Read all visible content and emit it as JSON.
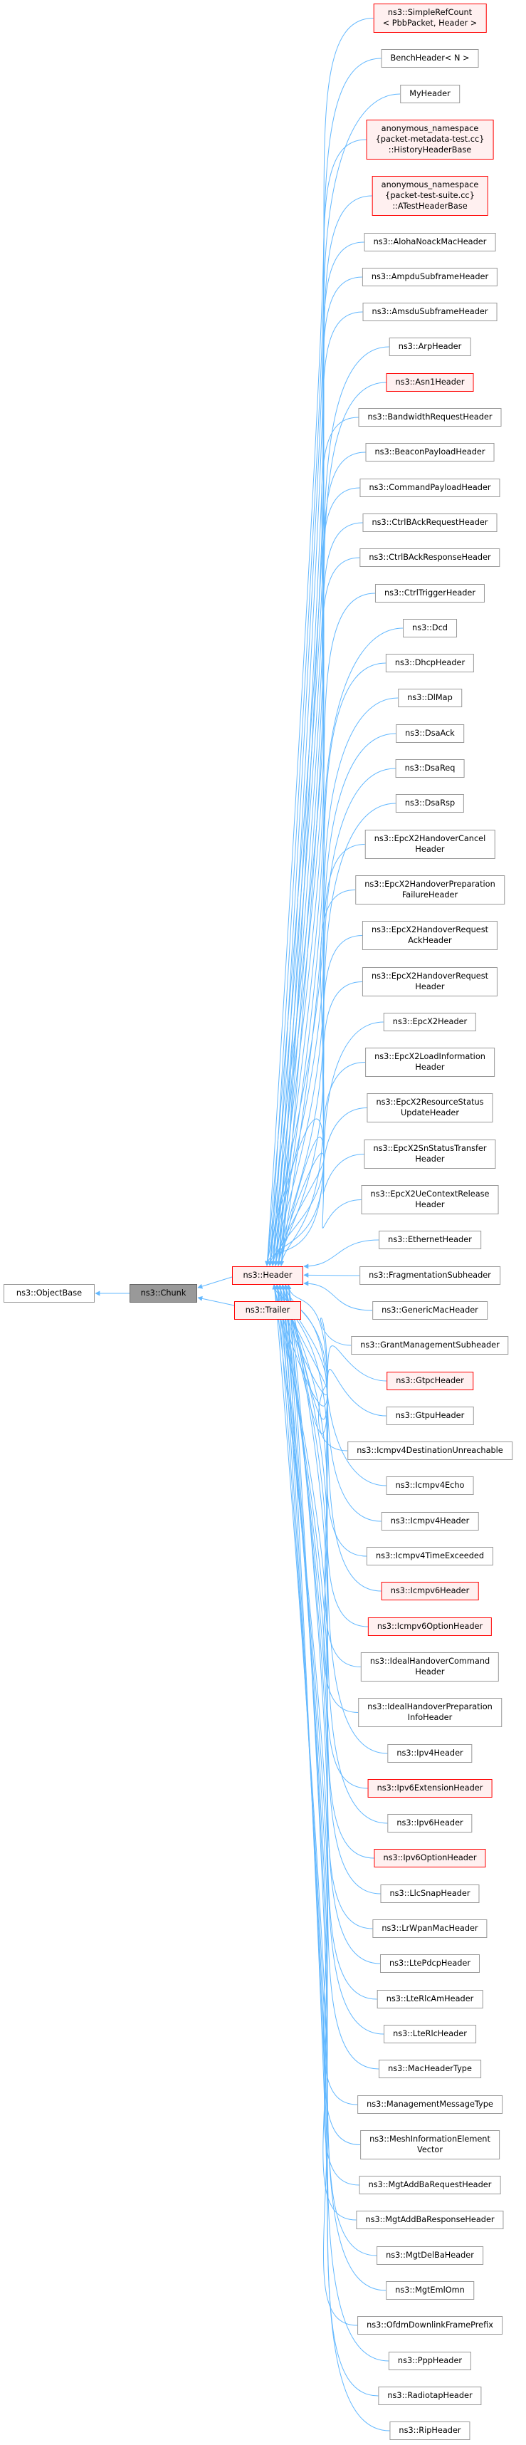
{
  "colors": {
    "edge": "#63b8ff",
    "red_border": "#ff0000",
    "red_fill": "#fff0f0",
    "current_fill": "#999999"
  },
  "base": {
    "object_base": {
      "label": "ns3::ObjectBase",
      "style": "normal"
    },
    "chunk": {
      "label": "ns3::Chunk",
      "style": "current"
    },
    "header": {
      "label": "ns3::Header",
      "style": "red"
    },
    "trailer": {
      "label": "ns3::Trailer",
      "style": "red"
    }
  },
  "children": [
    {
      "label": "ns3::SimpleRefCount\n< PbbPacket, Header >",
      "style": "red"
    },
    {
      "label": "BenchHeader< N >",
      "style": "normal"
    },
    {
      "label": "MyHeader",
      "style": "normal"
    },
    {
      "label": "anonymous_namespace\n{packet-metadata-test.cc}\n::HistoryHeaderBase",
      "style": "red"
    },
    {
      "label": "anonymous_namespace\n{packet-test-suite.cc}\n::ATestHeaderBase",
      "style": "red"
    },
    {
      "label": "ns3::AlohaNoackMacHeader",
      "style": "normal"
    },
    {
      "label": "ns3::AmpduSubframeHeader",
      "style": "normal"
    },
    {
      "label": "ns3::AmsduSubframeHeader",
      "style": "normal"
    },
    {
      "label": "ns3::ArpHeader",
      "style": "normal"
    },
    {
      "label": "ns3::Asn1Header",
      "style": "red"
    },
    {
      "label": "ns3::BandwidthRequestHeader",
      "style": "normal"
    },
    {
      "label": "ns3::BeaconPayloadHeader",
      "style": "normal"
    },
    {
      "label": "ns3::CommandPayloadHeader",
      "style": "normal"
    },
    {
      "label": "ns3::CtrlBAckRequestHeader",
      "style": "normal"
    },
    {
      "label": "ns3::CtrlBAckResponseHeader",
      "style": "normal"
    },
    {
      "label": "ns3::CtrlTriggerHeader",
      "style": "normal"
    },
    {
      "label": "ns3::Dcd",
      "style": "normal"
    },
    {
      "label": "ns3::DhcpHeader",
      "style": "normal"
    },
    {
      "label": "ns3::DlMap",
      "style": "normal"
    },
    {
      "label": "ns3::DsaAck",
      "style": "normal"
    },
    {
      "label": "ns3::DsaReq",
      "style": "normal"
    },
    {
      "label": "ns3::DsaRsp",
      "style": "normal"
    },
    {
      "label": "ns3::EpcX2HandoverCancel\nHeader",
      "style": "normal"
    },
    {
      "label": "ns3::EpcX2HandoverPreparation\nFailureHeader",
      "style": "normal"
    },
    {
      "label": "ns3::EpcX2HandoverRequest\nAckHeader",
      "style": "normal"
    },
    {
      "label": "ns3::EpcX2HandoverRequest\nHeader",
      "style": "normal"
    },
    {
      "label": "ns3::EpcX2Header",
      "style": "normal"
    },
    {
      "label": "ns3::EpcX2LoadInformation\nHeader",
      "style": "normal"
    },
    {
      "label": "ns3::EpcX2ResourceStatus\nUpdateHeader",
      "style": "normal"
    },
    {
      "label": "ns3::EpcX2SnStatusTransfer\nHeader",
      "style": "normal"
    },
    {
      "label": "ns3::EpcX2UeContextRelease\nHeader",
      "style": "normal"
    },
    {
      "label": "ns3::EthernetHeader",
      "style": "normal"
    },
    {
      "label": "ns3::FragmentationSubheader",
      "style": "normal"
    },
    {
      "label": "ns3::GenericMacHeader",
      "style": "normal"
    },
    {
      "label": "ns3::GrantManagementSubheader",
      "style": "normal"
    },
    {
      "label": "ns3::GtpcHeader",
      "style": "red"
    },
    {
      "label": "ns3::GtpuHeader",
      "style": "normal"
    },
    {
      "label": "ns3::Icmpv4DestinationUnreachable",
      "style": "normal"
    },
    {
      "label": "ns3::Icmpv4Echo",
      "style": "normal"
    },
    {
      "label": "ns3::Icmpv4Header",
      "style": "normal"
    },
    {
      "label": "ns3::Icmpv4TimeExceeded",
      "style": "normal"
    },
    {
      "label": "ns3::Icmpv6Header",
      "style": "red"
    },
    {
      "label": "ns3::Icmpv6OptionHeader",
      "style": "red"
    },
    {
      "label": "ns3::IdealHandoverCommand\nHeader",
      "style": "normal"
    },
    {
      "label": "ns3::IdealHandoverPreparation\nInfoHeader",
      "style": "normal"
    },
    {
      "label": "ns3::Ipv4Header",
      "style": "normal"
    },
    {
      "label": "ns3::Ipv6ExtensionHeader",
      "style": "red"
    },
    {
      "label": "ns3::Ipv6Header",
      "style": "normal"
    },
    {
      "label": "ns3::Ipv6OptionHeader",
      "style": "red"
    },
    {
      "label": "ns3::LlcSnapHeader",
      "style": "normal"
    },
    {
      "label": "ns3::LrWpanMacHeader",
      "style": "normal"
    },
    {
      "label": "ns3::LtePdcpHeader",
      "style": "normal"
    },
    {
      "label": "ns3::LteRlcAmHeader",
      "style": "normal"
    },
    {
      "label": "ns3::LteRlcHeader",
      "style": "normal"
    },
    {
      "label": "ns3::MacHeaderType",
      "style": "normal"
    },
    {
      "label": "ns3::ManagementMessageType",
      "style": "normal"
    },
    {
      "label": "ns3::MeshInformationElement\nVector",
      "style": "normal"
    },
    {
      "label": "ns3::MgtAddBaRequestHeader",
      "style": "normal"
    },
    {
      "label": "ns3::MgtAddBaResponseHeader",
      "style": "normal"
    },
    {
      "label": "ns3::MgtDelBaHeader",
      "style": "normal"
    },
    {
      "label": "ns3::MgtEmlOmn",
      "style": "normal"
    },
    {
      "label": "ns3::OfdmDownlinkFramePrefix",
      "style": "normal"
    },
    {
      "label": "ns3::PppHeader",
      "style": "normal"
    },
    {
      "label": "ns3::RadiotapHeader",
      "style": "normal"
    },
    {
      "label": "ns3::RipHeader",
      "style": "normal"
    }
  ]
}
